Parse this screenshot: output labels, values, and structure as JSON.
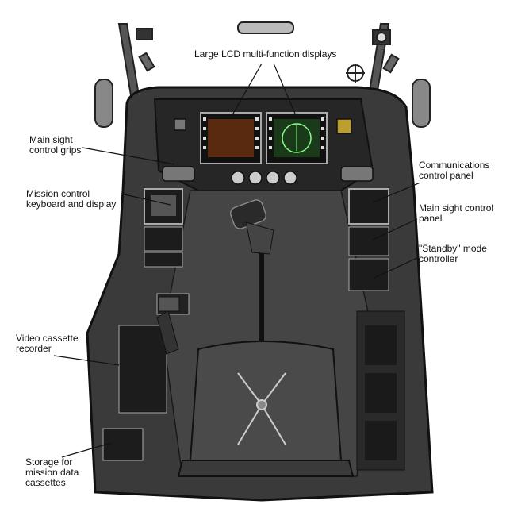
{
  "labels": {
    "lcd": "Large LCD multi-function displays",
    "sight_grips": "Main sight\ncontrol grips",
    "keyboard": "Mission control\nkeyboard and display",
    "vcr": "Video cassette\nrecorder",
    "storage": "Storage for\nmission data\ncassettes",
    "comms": "Communications\ncontrol panel",
    "sight_panel": "Main sight control\npanel",
    "standby": "\"Standby\" mode\ncontroller"
  },
  "colors": {
    "cockpit_dark": "#3a3a3a",
    "panel_dark": "#1c1c1c",
    "line": "#111111",
    "metal": "#9a9a9a",
    "screen_left": "#5a2a10",
    "screen_right": "#1a3a1a"
  }
}
